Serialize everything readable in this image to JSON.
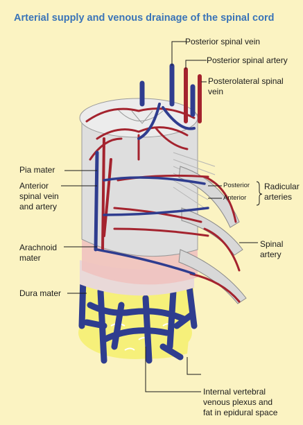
{
  "title": "Arterial supply and venous drainage of the spinal cord",
  "colors": {
    "background": "#fbf3c2",
    "title": "#3a74b8",
    "artery": "#a4232e",
    "vein": "#2f3d8f",
    "cord": "#dedede",
    "arachnoid": "#f0c2c0",
    "fat": "#f6f07a"
  },
  "labels": {
    "posterior_spinal_vein": "Posterior spinal vein",
    "posterior_spinal_artery": "Posterior spinal artery",
    "posterolateral_spinal_vein": "Posterolateral spinal\nvein",
    "pia_mater": "Pia mater",
    "anterior_spinal_vein_artery": "Anterior\nspinal vein\nand artery",
    "radicular_posterior": "Posterior",
    "radicular_anterior": "Anterior",
    "radicular_arteries": "Radicular\narteries",
    "arachnoid_mater": "Arachnoid\nmater",
    "spinal_artery": "Spinal\nartery",
    "dura_mater": "Dura mater",
    "internal_plexus": "Internal vertebral\nvenous plexus and\nfat in epidural space"
  }
}
